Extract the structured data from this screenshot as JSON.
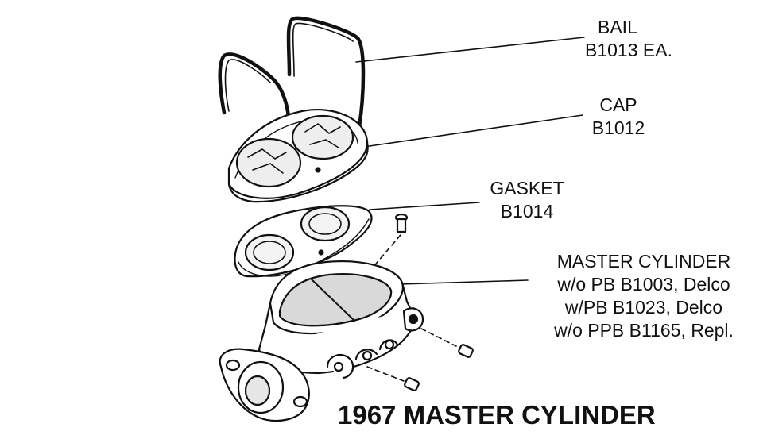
{
  "labels": {
    "bail": {
      "line1": "BAIL",
      "line2": "B1013 EA."
    },
    "cap": {
      "line1": "CAP",
      "line2": "B1012"
    },
    "gasket": {
      "line1": "GASKET",
      "line2": "B1014"
    },
    "master_cylinder": {
      "line1": "MASTER CYLINDER",
      "line2": "w/o PB B1003, Delco",
      "line3": "w/PB B1023, Delco",
      "line4": "w/o PPB B1165, Repl."
    }
  },
  "title": "1967 MASTER CYLINDER",
  "colors": {
    "ink": "#111111",
    "background": "#ffffff",
    "shade": "#d9d9d9"
  }
}
